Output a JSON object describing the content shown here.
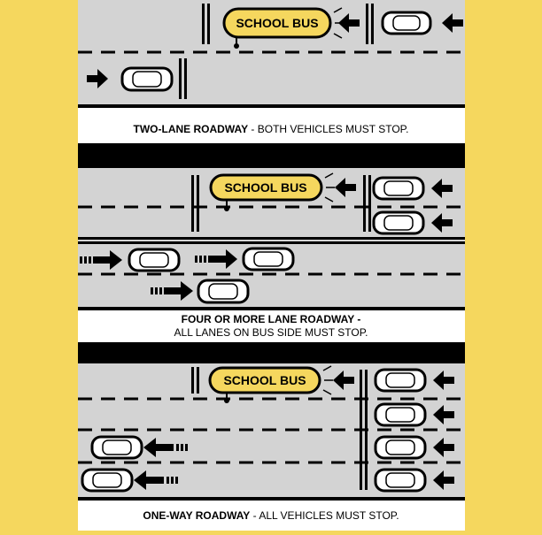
{
  "colors": {
    "page_background": "#f5d75e",
    "road": "#d3d3d3",
    "bus": "#f5d75e",
    "ink": "#000000",
    "car_body": "#ffffff"
  },
  "panels": [
    {
      "bus_label": "SCHOOL BUS",
      "caption_bold": "TWO-LANE ROADWAY",
      "caption_rest": " - BOTH VEHICLES MUST STOP."
    },
    {
      "bus_label": "SCHOOL BUS",
      "caption_line1": "FOUR OR MORE LANE ROADWAY -",
      "caption_line2": "ALL LANES ON BUS SIDE MUST STOP."
    },
    {
      "bus_label": "SCHOOL BUS",
      "caption_bold": "ONE-WAY ROADWAY",
      "caption_rest": " - ALL VEHICLES MUST STOP."
    }
  ],
  "icons": [
    "school-bus-icon",
    "car-icon",
    "arrow-left-icon",
    "arrow-right-icon",
    "motion-arrow-icon",
    "stop-sign-arm-icon",
    "stop-line"
  ]
}
